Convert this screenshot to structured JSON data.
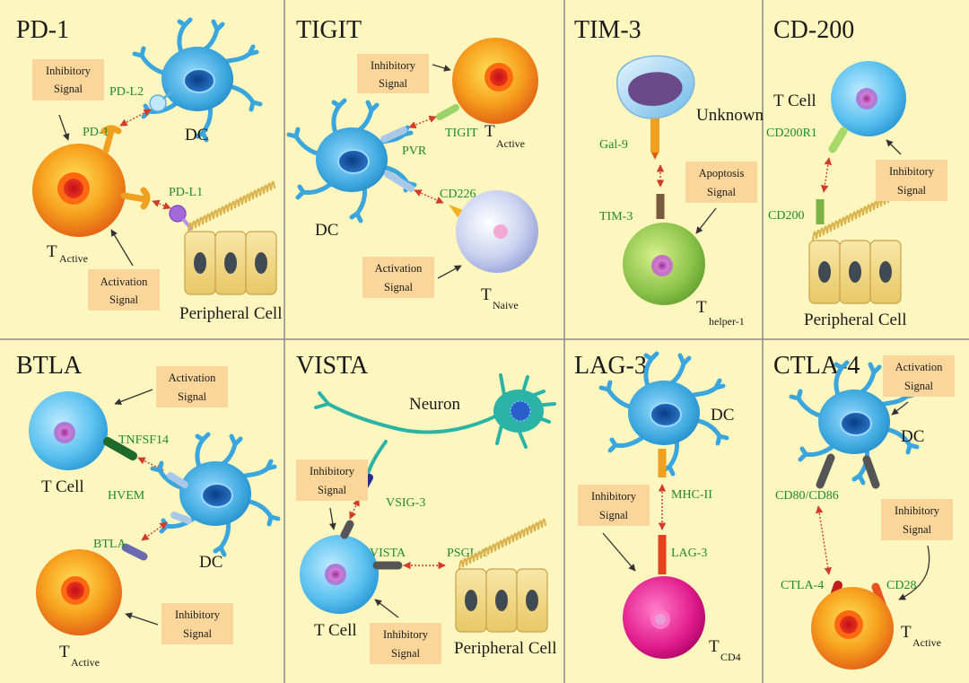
{
  "panels": {
    "pd1": {
      "title": "PD-1",
      "ligand": "PD-L2",
      "receptor": "PD-1",
      "ligand2": "PD-L1",
      "dc": "DC",
      "t_main": "T",
      "t_sub": "Active",
      "peripheral": "Peripheral Cell",
      "sig1_a": "Inhibitory",
      "sig1_b": "Signal",
      "sig2_a": "Activation",
      "sig2_b": "Signal"
    },
    "tigit": {
      "title": "TIGIT",
      "tigit": "TIGIT",
      "pvr": "PVR",
      "cd226": "CD226",
      "dc": "DC",
      "t1_main": "T",
      "t1_sub": "Active",
      "t2_main": "T",
      "t2_sub": "Naive",
      "sig1_a": "Inhibitory",
      "sig1_b": "Signal",
      "sig2_a": "Activation",
      "sig2_b": "Signal"
    },
    "tim3": {
      "title": "TIM-3",
      "unknown": "Unknown",
      "gal9": "Gal-9",
      "tim3": "TIM-3",
      "t_main": "T",
      "t_sub": "helper-1",
      "sig_a": "Apoptosis",
      "sig_b": "Signal"
    },
    "cd200": {
      "title": "CD-200",
      "tcell": "T Cell",
      "cd200r1": "CD200R1",
      "cd200": "CD200",
      "peripheral": "Peripheral Cell",
      "sig_a": "Inhibitory",
      "sig_b": "Signal"
    },
    "btla": {
      "title": "BTLA",
      "tcell": "T Cell",
      "tnfsf14": "TNFSF14",
      "hvem": "HVEM",
      "btla": "BTLA",
      "dc": "DC",
      "t_main": "T",
      "t_sub": "Active",
      "sig1_a": "Activation",
      "sig1_b": "Signal",
      "sig2_a": "Inhibitory",
      "sig2_b": "Signal"
    },
    "vista": {
      "title": "VISTA",
      "neuron": "Neuron",
      "vsig3": "VSIG-3",
      "vista": "VISTA",
      "psgl1": "PSGL-1",
      "tcell": "T Cell",
      "peripheral": "Peripheral Cell",
      "sig1_a": "Inhibitory",
      "sig1_b": "Signal",
      "sig2_a": "Inhibitory",
      "sig2_b": "Signal"
    },
    "lag3": {
      "title": "LAG-3",
      "dc": "DC",
      "mhc": "MHC-II",
      "lag3": "LAG-3",
      "t_main": "T",
      "t_sub": "CD4",
      "sig_a": "Inhibitory",
      "sig_b": "Signal"
    },
    "ctla4": {
      "title": "CTLA-4",
      "dc": "DC",
      "cd80": "CD80/CD86",
      "ctla4": "CTLA-4",
      "cd28": "CD28",
      "t_main": "T",
      "t_sub": "Active",
      "sig1_a": "Activation",
      "sig1_b": "Signal",
      "sig2_a": "Inhibitory",
      "sig2_b": "Signal"
    }
  },
  "colors": {
    "panel_bg": "#fdf6bf",
    "divider": "#8a8a8a",
    "signal_box": "#fbd69a",
    "label_green": "#1f8a2c",
    "dc_blue": "#3aa6dd",
    "t_active_orange": "#f39a22",
    "t_cell_blue": "#5ec3ee",
    "t_naive_lavender": "#b9c4ea",
    "t_helper_green": "#8bc34a",
    "t_cd4_magenta": "#e21c8c",
    "neuron_teal": "#2bb3a6"
  }
}
